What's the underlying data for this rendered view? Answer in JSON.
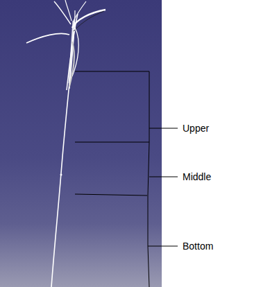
{
  "diagram": {
    "labels": [
      "Upper",
      "Middle",
      "Bottom"
    ]
  }
}
